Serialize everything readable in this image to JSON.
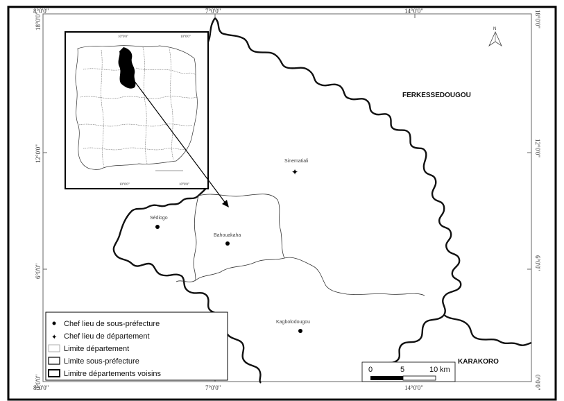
{
  "map": {
    "coords_top": [
      "8°0'0\"",
      "7°0'0\"",
      "14°0'0\"",
      "18°0'0\""
    ],
    "coords_bottom": [
      "8°0'0\"",
      "7°0'0\"",
      "14°0'0\""
    ],
    "coords_left": [
      "18°0'0\"",
      "12°0'0\"",
      "6°0'0\"",
      "0°0'0\""
    ],
    "coords_right": [
      "18°0'0\"",
      "12°0'0\"",
      "6°0'0\"",
      "0°0'0\""
    ],
    "north_label": "N",
    "regions": {
      "ferkessedougou": "FERKESSEDOUGOU",
      "karakoro": "KARAKORO"
    },
    "places": {
      "sinematiali": "Sinematiali",
      "sediogo": "Sédiogo",
      "bahouakaha": "Bahouakaha",
      "kagbolodougou": "Kagbolodougou"
    },
    "legend": {
      "chef_sous_prefecture": "Chef lieu de sous-préfecture",
      "chef_departement": "Chef lieu de département",
      "limite_departement": "Limite département",
      "limite_sous_prefecture": "Limite sous-préfecture",
      "limite_voisins": "Limitre départements voisins"
    },
    "scale": {
      "ticks": [
        "0",
        "5",
        "10"
      ],
      "unit": "km"
    },
    "colors": {
      "inset_highlight": "#000000",
      "border": "#000000"
    }
  }
}
